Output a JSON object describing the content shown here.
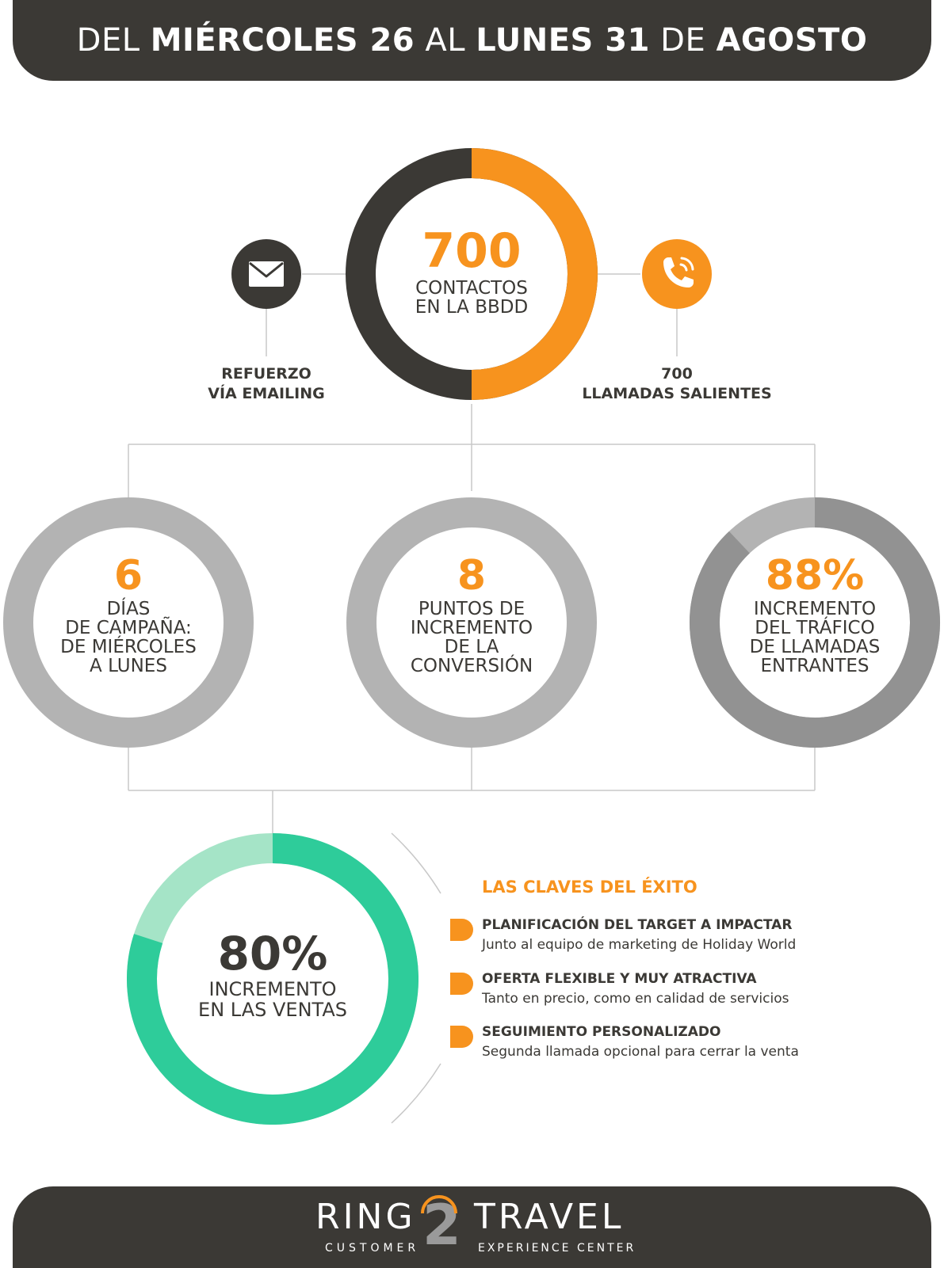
{
  "header": {
    "part1": "DEL ",
    "part2": "MIÉRCOLES 26",
    "part3": " AL ",
    "part4": "LUNES 31",
    "part5": " DE ",
    "part6": "AGOSTO"
  },
  "top": {
    "number": "700",
    "label_line1": "CONTACTOS",
    "label_line2": "EN LA BBDD",
    "email_icon": "envelope-icon",
    "phone_icon": "phone-icon",
    "left_line1": "REFUERZO",
    "left_line2": "VÍA EMAILING",
    "right_line1": "700",
    "right_line2": "LLAMADAS SALIENTES"
  },
  "stats": [
    {
      "number": "6",
      "lines": [
        "DÍAS",
        "DE CAMPAÑA:",
        "DE MIÉRCOLES",
        "A LUNES"
      ]
    },
    {
      "number": "8",
      "lines": [
        "PUNTOS DE",
        "INCREMENTO",
        "DE LA",
        "CONVERSIÓN"
      ]
    },
    {
      "number": "88%",
      "lines": [
        "INCREMENTO",
        "DEL TRÁFICO",
        "DE LLAMADAS",
        "ENTRANTES"
      ],
      "fill": 0.88
    }
  ],
  "sales": {
    "number": "80%",
    "line1": "INCREMENTO",
    "line2": "EN LAS VENTAS",
    "fill": 0.8
  },
  "keys": {
    "title": "LAS CLAVES DEL ÉXITO",
    "items": [
      {
        "title": "PLANIFICACIÓN DEL TARGET A IMPACTAR",
        "sub": "Junto al equipo de marketing de Holiday World"
      },
      {
        "title": "OFERTA FLEXIBLE Y MUY ATRACTIVA",
        "sub": "Tanto en precio, como en calidad de servicios"
      },
      {
        "title": "SEGUIMIENTO PERSONALIZADO",
        "sub": "Segunda llamada opcional para cerrar la venta"
      }
    ]
  },
  "footer": {
    "brand_left": "RING",
    "brand_mid": "2",
    "brand_right": "TRAVEL",
    "tag_left": "CUSTOMER",
    "tag_right": "EXPERIENCE CENTER"
  },
  "colors": {
    "dark": "#3b3935",
    "orange": "#f7931e",
    "grey": "#b3b3b3",
    "grey_dark": "#929292",
    "teal": "#2ecc9a",
    "teal_light": "#a5e4c7"
  }
}
